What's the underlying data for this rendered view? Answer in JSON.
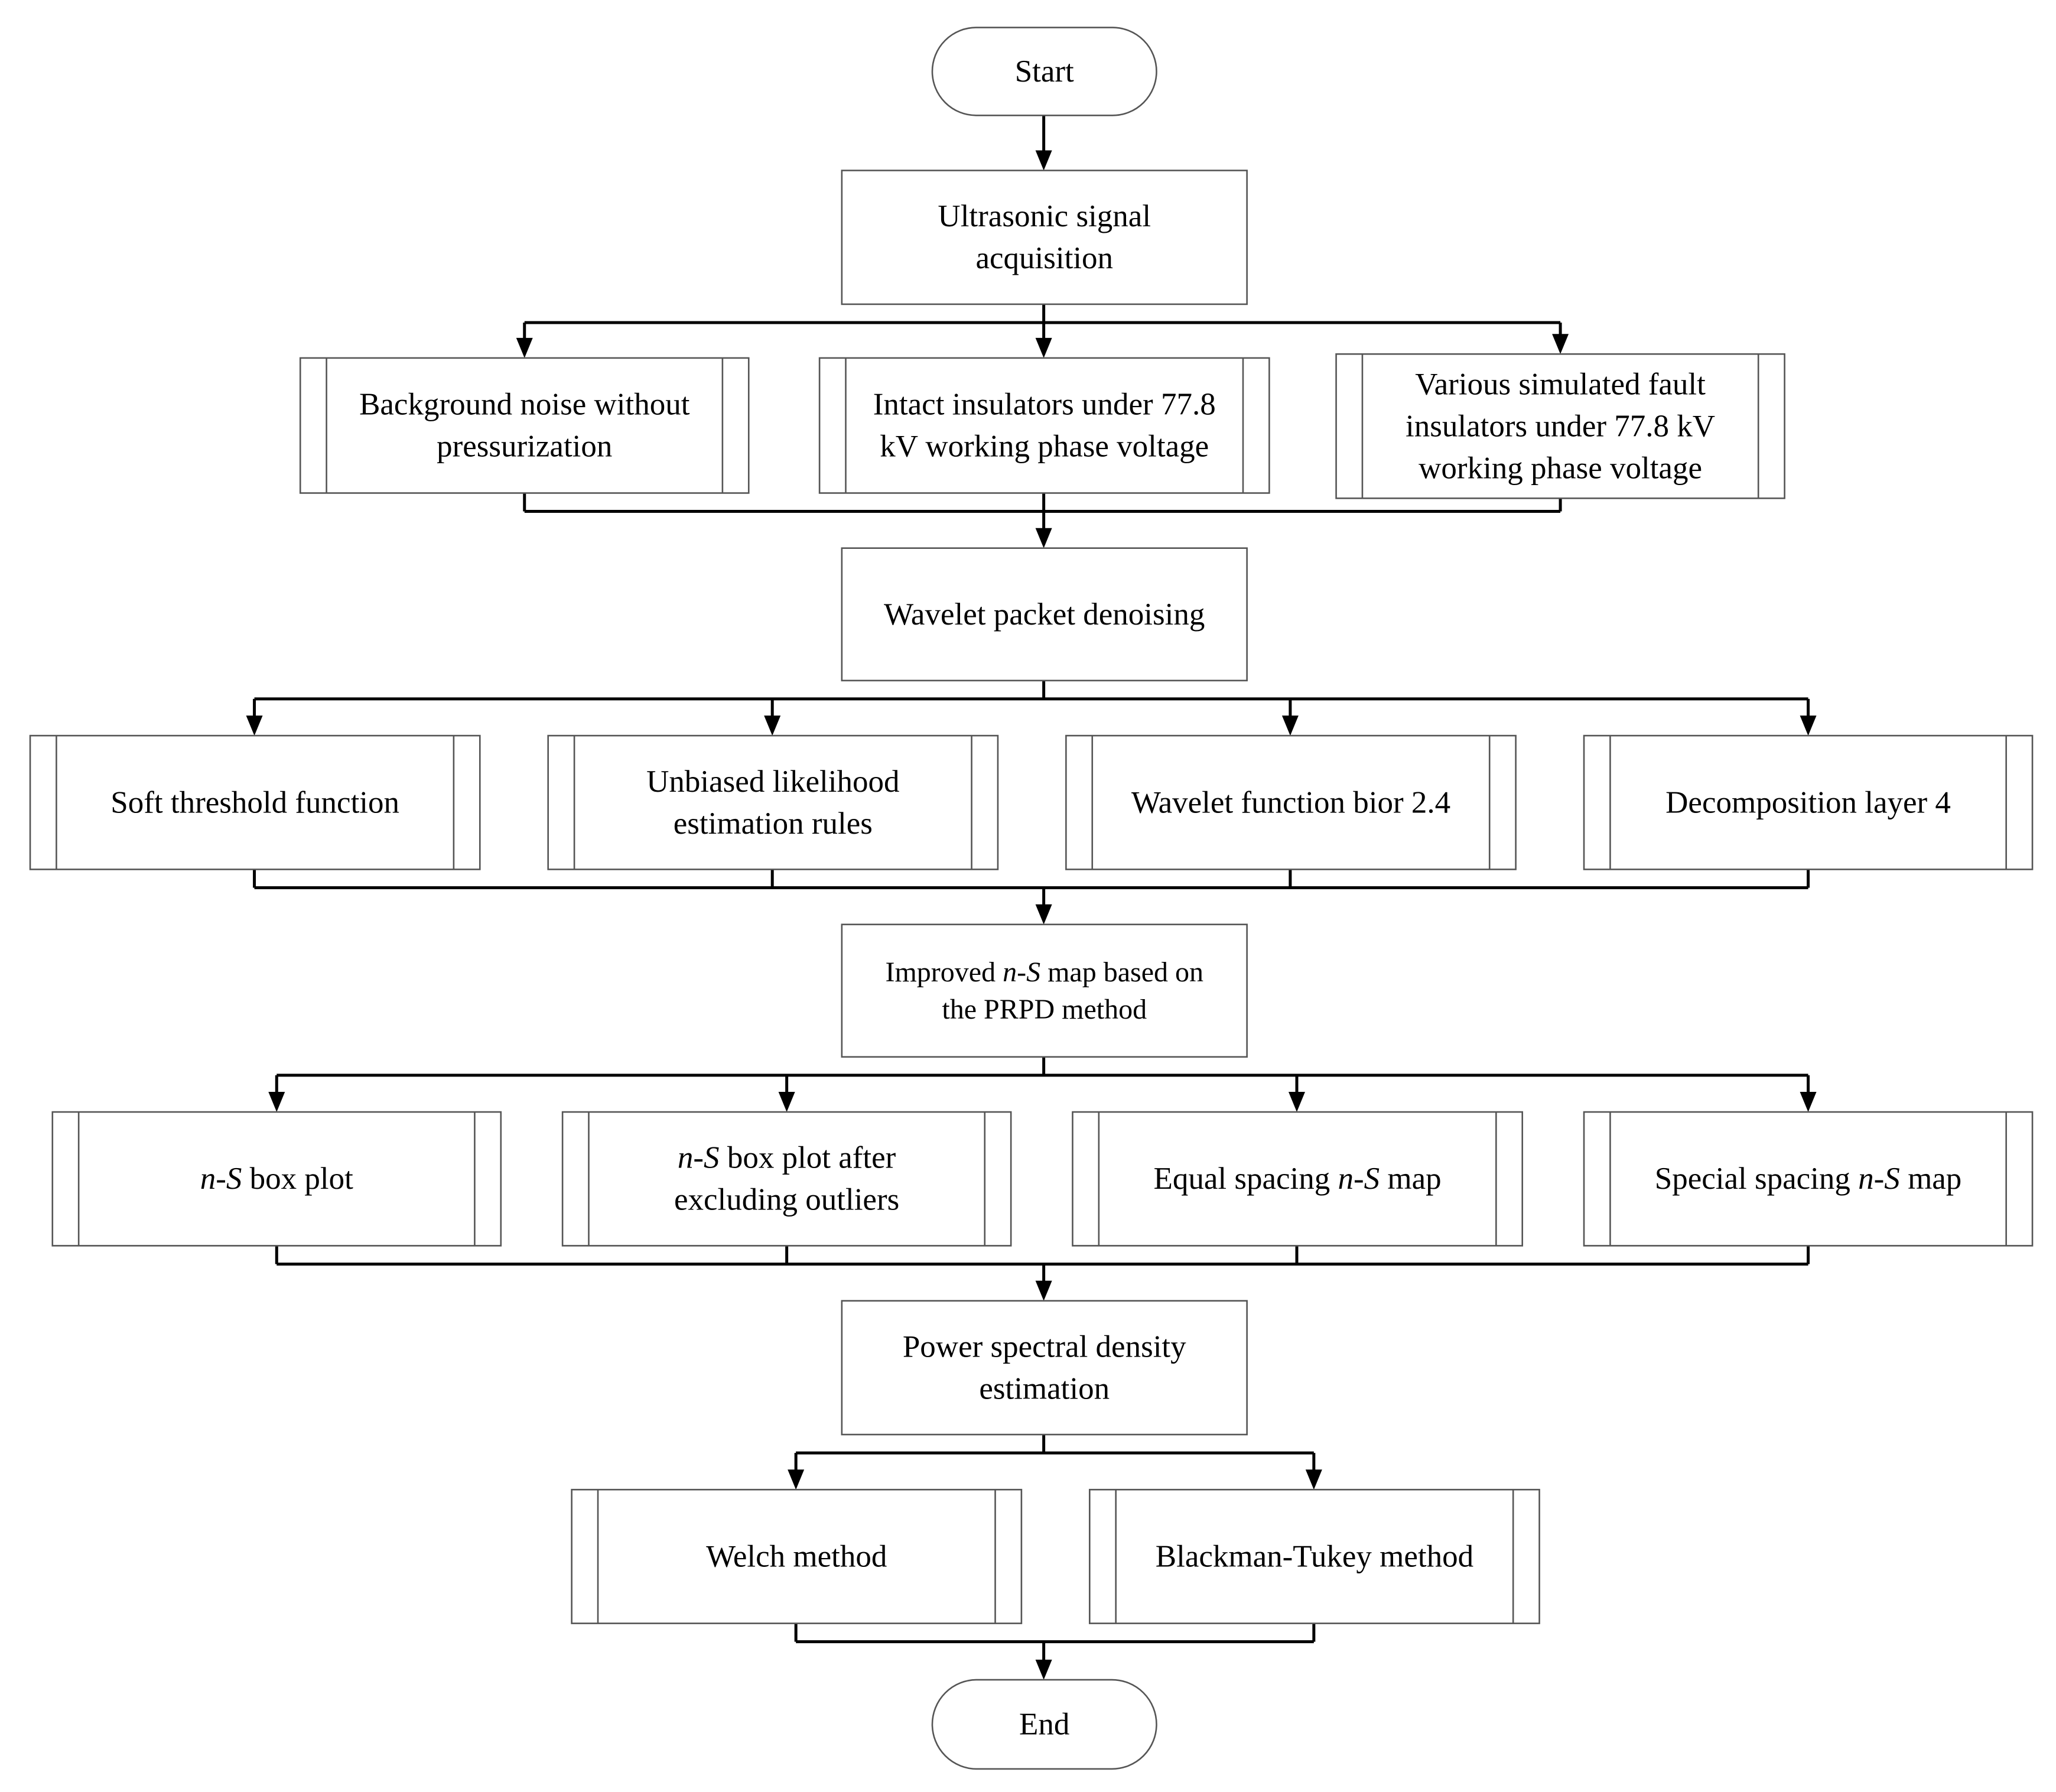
{
  "nodes": {
    "start": {
      "lines": [
        [
          {
            "t": "Start"
          }
        ]
      ]
    },
    "acq": {
      "lines": [
        [
          {
            "t": "Ultrasonic signal"
          }
        ],
        [
          {
            "t": "acquisition"
          }
        ]
      ]
    },
    "bg": {
      "lines": [
        [
          {
            "t": "Background noise without"
          }
        ],
        [
          {
            "t": "pressurization"
          }
        ]
      ]
    },
    "intact": {
      "lines": [
        [
          {
            "t": "Intact insulators under 77.8"
          }
        ],
        [
          {
            "t": "kV working phase voltage"
          }
        ]
      ]
    },
    "fault": {
      "lines": [
        [
          {
            "t": "Various simulated fault"
          }
        ],
        [
          {
            "t": "insulators under 77.8 kV"
          }
        ],
        [
          {
            "t": "working phase voltage"
          }
        ]
      ]
    },
    "wpd": {
      "lines": [
        [
          {
            "t": "Wavelet packet denoising"
          }
        ]
      ]
    },
    "soft": {
      "lines": [
        [
          {
            "t": "Soft threshold function"
          }
        ]
      ]
    },
    "unbiased": {
      "lines": [
        [
          {
            "t": "Unbiased likelihood"
          }
        ],
        [
          {
            "t": "estimation rules"
          }
        ]
      ]
    },
    "bior": {
      "lines": [
        [
          {
            "t": "Wavelet function bior 2.4"
          }
        ]
      ]
    },
    "decomp": {
      "lines": [
        [
          {
            "t": "Decomposition layer 4"
          }
        ]
      ]
    },
    "improved": {
      "lines": [
        [
          {
            "t": "Improved "
          },
          {
            "t": "n-S",
            "i": true
          },
          {
            "t": " map based on"
          }
        ],
        [
          {
            "t": "the PRPD method"
          }
        ]
      ]
    },
    "boxplot": {
      "lines": [
        [
          {
            "t": "n-S",
            "i": true
          },
          {
            "t": " box plot"
          }
        ]
      ]
    },
    "boxplot2": {
      "lines": [
        [
          {
            "t": "n-S",
            "i": true
          },
          {
            "t": " box plot after"
          }
        ],
        [
          {
            "t": "excluding outliers"
          }
        ]
      ]
    },
    "equal": {
      "lines": [
        [
          {
            "t": "Equal spacing "
          },
          {
            "t": "n-S",
            "i": true
          },
          {
            "t": " map"
          }
        ]
      ]
    },
    "special": {
      "lines": [
        [
          {
            "t": "Special spacing "
          },
          {
            "t": "n-S",
            "i": true
          },
          {
            "t": " map"
          }
        ]
      ]
    },
    "psd": {
      "lines": [
        [
          {
            "t": "Power spectral density"
          }
        ],
        [
          {
            "t": "estimation"
          }
        ]
      ]
    },
    "welch": {
      "lines": [
        [
          {
            "t": "Welch method"
          }
        ]
      ]
    },
    "bt": {
      "lines": [
        [
          {
            "t": "Blackman-Tukey method"
          }
        ]
      ]
    },
    "end": {
      "lines": [
        [
          {
            "t": "End"
          }
        ]
      ]
    }
  }
}
